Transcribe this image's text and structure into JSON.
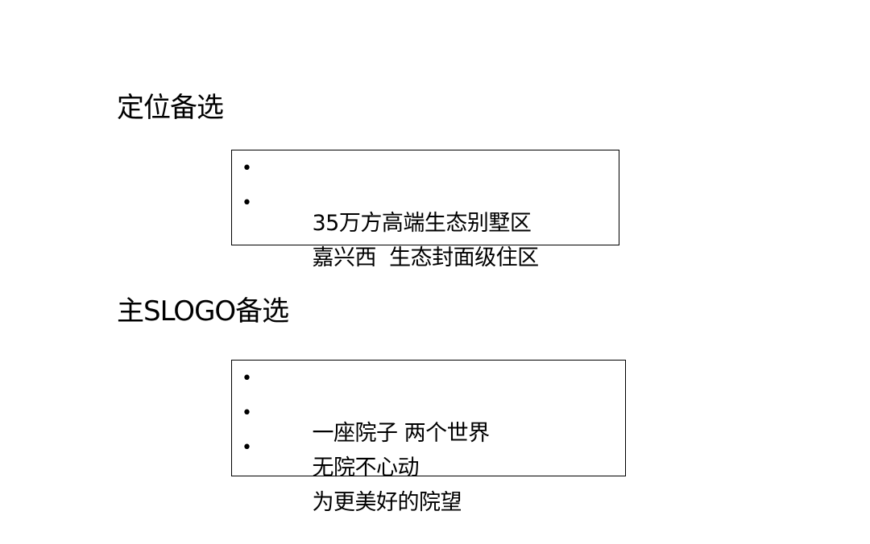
{
  "sections": [
    {
      "title": "定位备选",
      "items": [
        "35万方高端生态别墅区",
        "嘉兴西  生态封面级住区"
      ]
    },
    {
      "title": "主SLOGO备选",
      "items": [
        "一座院子 两个世界",
        "无院不心动",
        "为更美好的院望"
      ]
    }
  ],
  "bullet_glyph": "•"
}
